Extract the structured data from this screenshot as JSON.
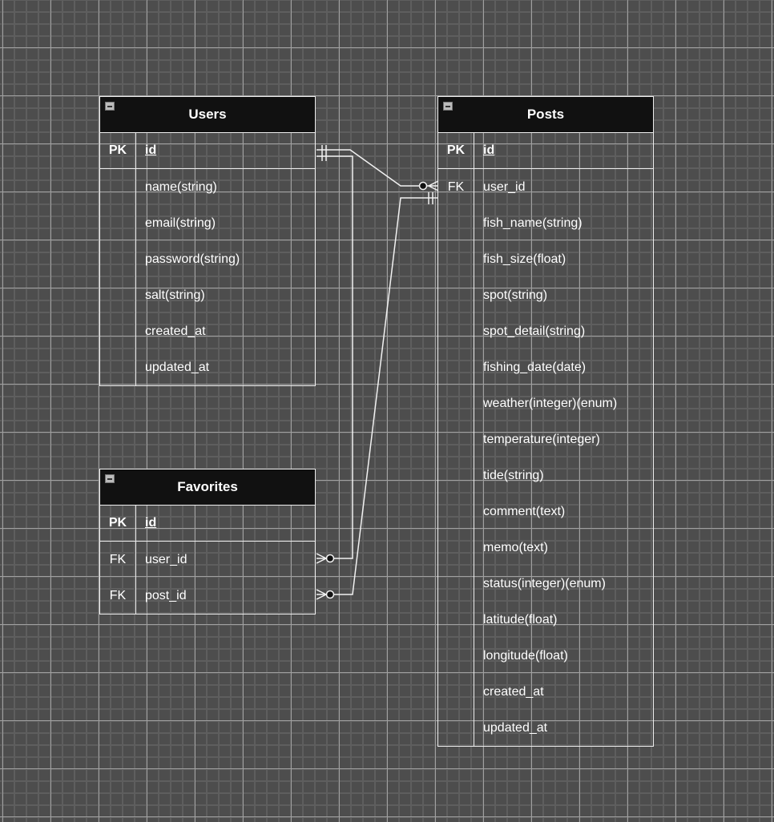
{
  "tables": {
    "users": {
      "title": "Users",
      "pk": {
        "key": "PK",
        "field": "id"
      },
      "fields": [
        {
          "key": "",
          "name": "name(string)"
        },
        {
          "key": "",
          "name": "email(string)"
        },
        {
          "key": "",
          "name": "password(string)"
        },
        {
          "key": "",
          "name": "salt(string)"
        },
        {
          "key": "",
          "name": "created_at"
        },
        {
          "key": "",
          "name": "updated_at"
        }
      ]
    },
    "favorites": {
      "title": "Favorites",
      "pk": {
        "key": "PK",
        "field": "id"
      },
      "fields": [
        {
          "key": "FK",
          "name": "user_id"
        },
        {
          "key": "FK",
          "name": "post_id"
        }
      ]
    },
    "posts": {
      "title": "Posts",
      "pk": {
        "key": "PK",
        "field": "id"
      },
      "fields": [
        {
          "key": "FK",
          "name": "user_id"
        },
        {
          "key": "",
          "name": "fish_name(string)"
        },
        {
          "key": "",
          "name": "fish_size(float)"
        },
        {
          "key": "",
          "name": "spot(string)"
        },
        {
          "key": "",
          "name": "spot_detail(string)"
        },
        {
          "key": "",
          "name": "fishing_date(date)"
        },
        {
          "key": "",
          "name": "weather(integer)(enum)"
        },
        {
          "key": "",
          "name": "temperature(integer)"
        },
        {
          "key": "",
          "name": "tide(string)"
        },
        {
          "key": "",
          "name": "comment(text)"
        },
        {
          "key": "",
          "name": "memo(text)"
        },
        {
          "key": "",
          "name": "status(integer)(enum)"
        },
        {
          "key": "",
          "name": "latitude(float)"
        },
        {
          "key": "",
          "name": "longitude(float)"
        },
        {
          "key": "",
          "name": "created_at"
        },
        {
          "key": "",
          "name": "updated_at"
        }
      ]
    }
  }
}
